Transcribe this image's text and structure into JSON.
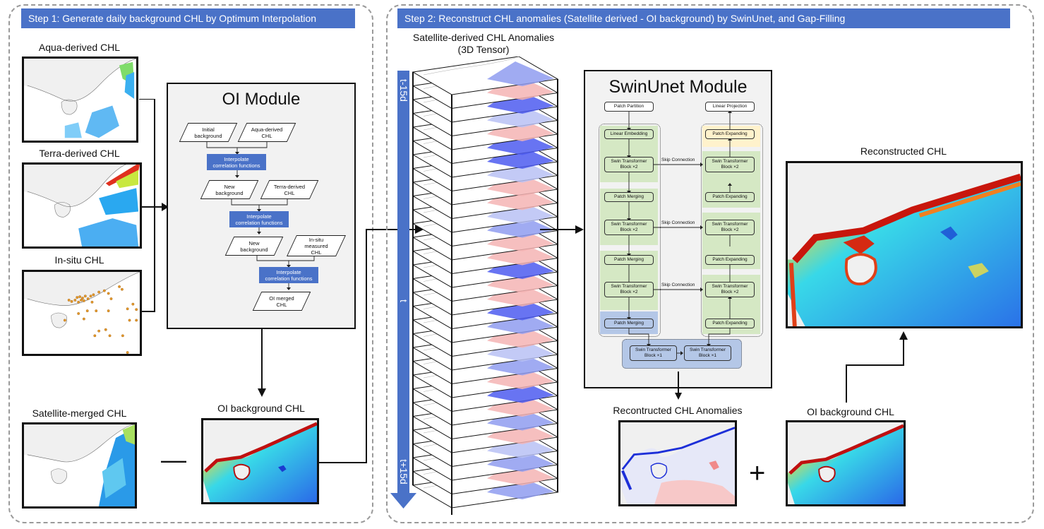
{
  "step1": {
    "header": "Step 1: Generate daily background CHL by Optimum Interpolation",
    "inputs": [
      {
        "label": "Aqua-derived CHL"
      },
      {
        "label": "Terra-derived CHL"
      },
      {
        "label": "In-situ CHL"
      }
    ],
    "oi_module": {
      "title": "OI Module",
      "nodes": {
        "initial_background": "Initial\nbackground",
        "aqua": "Aqua-derived\nCHL",
        "interp1": "Interpolate\ncorrelation functions",
        "new_background1": "New\nbackground",
        "terra": "Terra-derived\nCHL",
        "interp2": "Interpolate\ncorrelation functions",
        "new_background2": "New\nbackground",
        "insitu": "In-situ\nmeasured\nCHL",
        "interp3": "Interpolate\ncorrelation functions",
        "oi_merged": "OI merged\nCHL"
      }
    },
    "satellite_merged": "Satellite-merged CHL",
    "oi_background": "OI background CHL",
    "minus_operator": "—"
  },
  "step2": {
    "header": "Step 2: Reconstruct CHL anomalies (Satellite derived - OI background) by SwinUnet, and Gap-Filling",
    "tensor": {
      "title_line1": "Satellite-derived CHL Anomalies",
      "title_line2": "(3D Tensor)",
      "time_labels": {
        "start": "t-15d",
        "middle": "t",
        "end": "t+15d"
      },
      "layer_count": 31
    },
    "swinunet": {
      "title": "SwinUnet Module",
      "patch_partition": "Patch Partition",
      "linear_projection": "Linear Projection",
      "encoder": {
        "linear_embedding": "Linear Embedding",
        "stb1": "Swin Transformer\nBlock ×2",
        "merge1": "Patch Merging",
        "stb2": "Swin Transformer\nBlock ×2",
        "merge2": "Patch Merging",
        "stb3": "Swin Transformer\nBlock ×2",
        "merge3": "Patch Merging"
      },
      "decoder": {
        "expand0": "Patch Expanding",
        "stb1": "Swin Transformer\nBlock ×2",
        "expand1": "Patch Expanding",
        "stb2": "Swin Transformer\nBlock ×2",
        "expand2": "Patch Expanding",
        "stb3": "Swin Transformer\nBlock ×2",
        "expand3": "Patch Expanding"
      },
      "bottleneck": {
        "b1": "Swin Transformer\nBlock ×1",
        "b2": "Swin Transformer\nBlock ×1"
      },
      "skip_label": "Skip Connection"
    },
    "reconstructed_anomalies": "Recontructed CHL Anomalies",
    "oi_background": "OI background CHL",
    "reconstructed_chl": "Reconstructed CHL",
    "plus_operator": "+"
  },
  "colors": {
    "header_blue": "#4a72c8",
    "green_zone": "#d5e8c4",
    "blue_zone": "#b4c7e7",
    "yellow_zone": "#fff2cc",
    "module_bg": "#f2f2f2"
  }
}
